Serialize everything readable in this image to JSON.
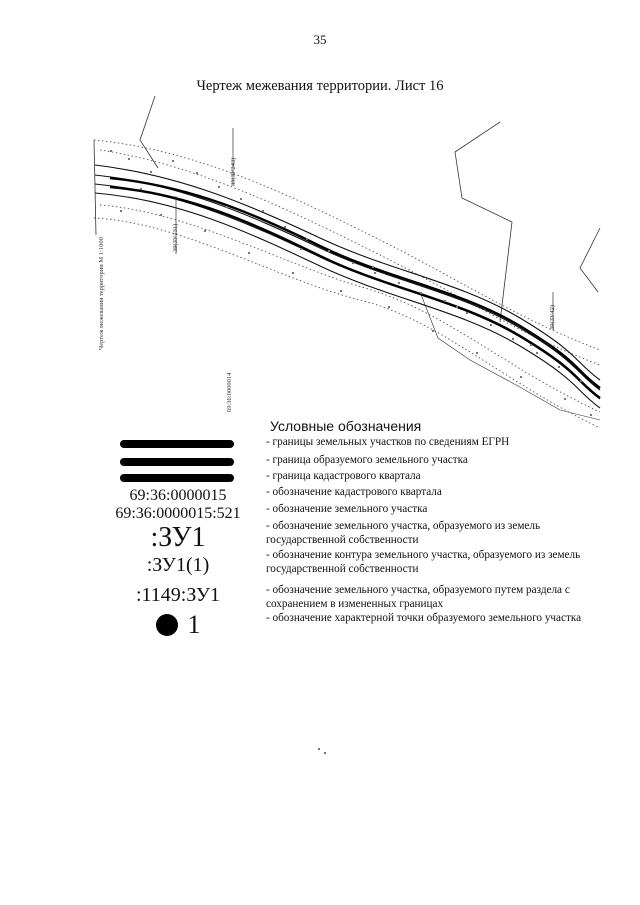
{
  "page_number": "35",
  "title": "Чертеж межевания территории. Лист 16",
  "map": {
    "side_label": "Чертеж межевания территории М 1:1000",
    "quarter_label": "69:36:0000014",
    "plot_labels": [
      "39(ЗУ243)",
      "39(ЗУ131)",
      "39(ЗУ42)"
    ]
  },
  "legend": {
    "heading": "Условные обозначения",
    "items": [
      {
        "symbol": "",
        "description": "- границы земельных участков по сведениям ЕГРН"
      },
      {
        "symbol": "",
        "description": "- граница образуемого земельного участка"
      },
      {
        "symbol": "",
        "description": "- граница кадастрового квартала"
      },
      {
        "symbol": "69:36:0000015",
        "description": "- обозначение кадастрового квартала"
      },
      {
        "symbol": "69:36:0000015:521",
        "description": "- обозначение земельного участка"
      },
      {
        "symbol": ":ЗУ1",
        "description": "- обозначение земельного участка, образуемого из земель государственной собственности"
      },
      {
        "symbol": ":ЗУ1(1)",
        "description": "- обозначение контура земельного участка, образуемого из земель государственной собственности"
      },
      {
        "symbol": ":1149:ЗУ1",
        "description": "- обозначение земельного участка, образуемого путем раздела с сохранением в измененных границах"
      },
      {
        "symbol": "1",
        "description": "- обозначение характерной точки образуемого земельного участка"
      }
    ]
  }
}
